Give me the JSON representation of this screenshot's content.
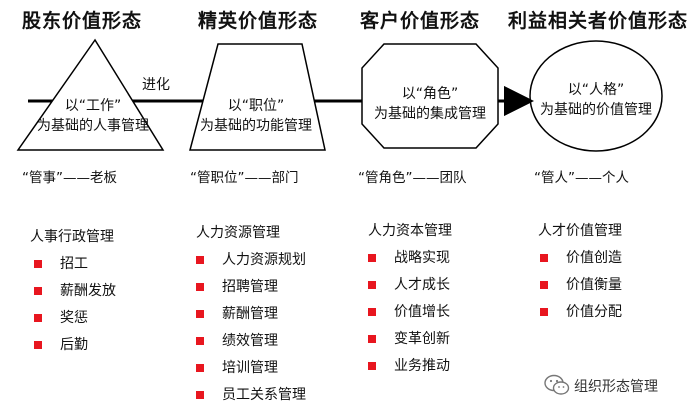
{
  "stages": [
    {
      "title": "股东价值形态",
      "shape_lines": [
        "以“工作”",
        "为基础的人事管理"
      ],
      "management": "“管事”——老板",
      "category": "人事行政管理",
      "items": [
        "招工",
        "薪酬发放",
        "奖惩",
        "后勤"
      ]
    },
    {
      "title": "精英价值形态",
      "shape_lines": [
        "以“职位”",
        "为基础的功能管理"
      ],
      "management": "“管职位”——部门",
      "category": "人力资源管理",
      "items": [
        "人力资源规划",
        "招聘管理",
        "薪酬管理",
        "绩效管理",
        "培训管理",
        "员工关系管理"
      ]
    },
    {
      "title": "客户价值形态",
      "shape_lines": [
        "以“角色”",
        "为基础的集成管理"
      ],
      "management": "“管角色”——团队",
      "category": "人力资本管理",
      "items": [
        "战略实现",
        "人才成长",
        "价值增长",
        "变革创新",
        "业务推动"
      ]
    },
    {
      "title": "利益相关者价值形态",
      "shape_lines": [
        "以“人格”",
        "为基础的价值管理"
      ],
      "management": "“管人”——个人",
      "category": "人才价值管理",
      "items": [
        "价值创造",
        "价值衡量",
        "价值分配"
      ]
    }
  ],
  "arrow_label": "进化",
  "watermark": "组织形态管理",
  "colors": {
    "bullet": "#e8161f",
    "line": "#000000"
  }
}
